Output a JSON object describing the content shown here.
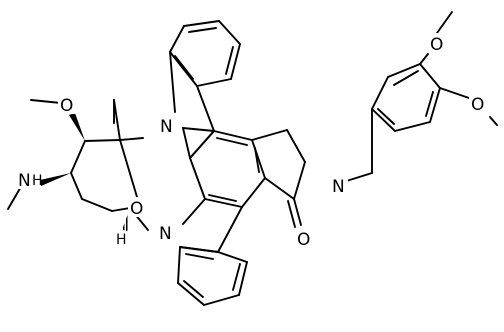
{
  "structure": {
    "atom_labels": {
      "N_top": "N",
      "N_bottom": "N",
      "O_ring": "O",
      "O_methoxy": "O",
      "N_amine": "N",
      "H_amine": "H",
      "N_lactam": "N",
      "O_carbonyl": "O",
      "O_aryl_1": "O",
      "O_aryl_2": "O",
      "H_stereo": "H"
    }
  }
}
